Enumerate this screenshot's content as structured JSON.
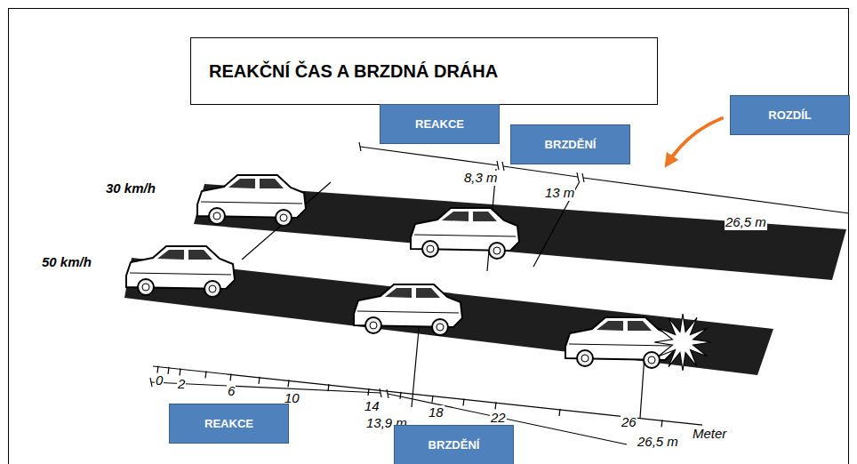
{
  "diagram": {
    "title": "REAKČNÍ ČAS A BRZDNÁ DRÁHA",
    "nodes": [
      {
        "text": [
          "REAKCE"
        ]
      },
      {
        "text": [
          "BRZDĚNÍ"
        ]
      },
      {
        "text": [
          "ROZDÍL"
        ]
      },
      {
        "text": [
          "REAKCE"
        ]
      },
      {
        "text": [
          "BRZDĚNÍ"
        ]
      }
    ],
    "labels": [
      "30 km/h",
      "50 km/h",
      "8,3 m",
      "13 m",
      "26,5 m",
      "0",
      "2",
      "6",
      "10",
      "14",
      "18",
      "22",
      "26",
      "13,9 m",
      "26,5 m",
      "Meter"
    ]
  }
}
